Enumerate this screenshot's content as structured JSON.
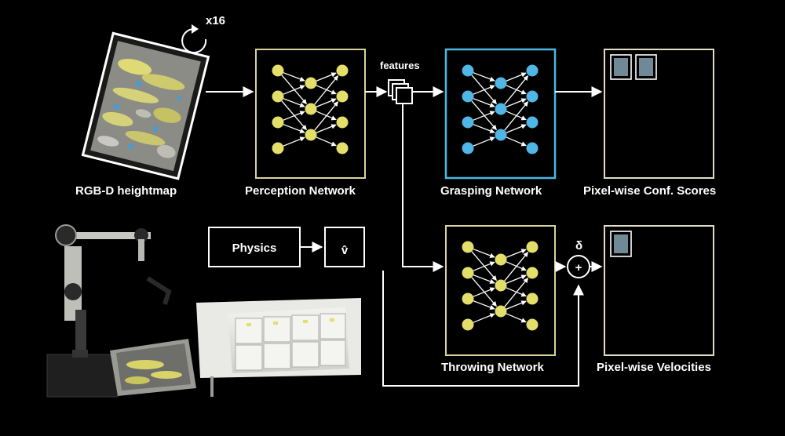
{
  "labels": {
    "rotation_count": "x16",
    "input": "RGB-D heightmap",
    "perception": "Perception Network",
    "features": "features",
    "grasping": "Grasping Network",
    "conf_scores": "Pixel-wise Conf. Scores",
    "physics": "Physics",
    "v_hat": "v̂",
    "throwing": "Throwing Network",
    "delta": "δ",
    "plus": "+",
    "velocities": "Pixel-wise Velocities"
  },
  "colors": {
    "background": "#000000",
    "perception_frame": "#d8d39c",
    "grasping_frame": "#4ab8e2",
    "throwing_frame": "#d8d39c",
    "output_frame": "#e4dcc4",
    "yellow_node": "#e3df6a",
    "blue_node": "#4fb6e6"
  },
  "icons": {
    "rotation": "rotate-arrow-icon",
    "feature_stack": "stacked-squares-icon",
    "sum": "plus-circle-icon",
    "robot_photo": "robot-arm-photo"
  }
}
